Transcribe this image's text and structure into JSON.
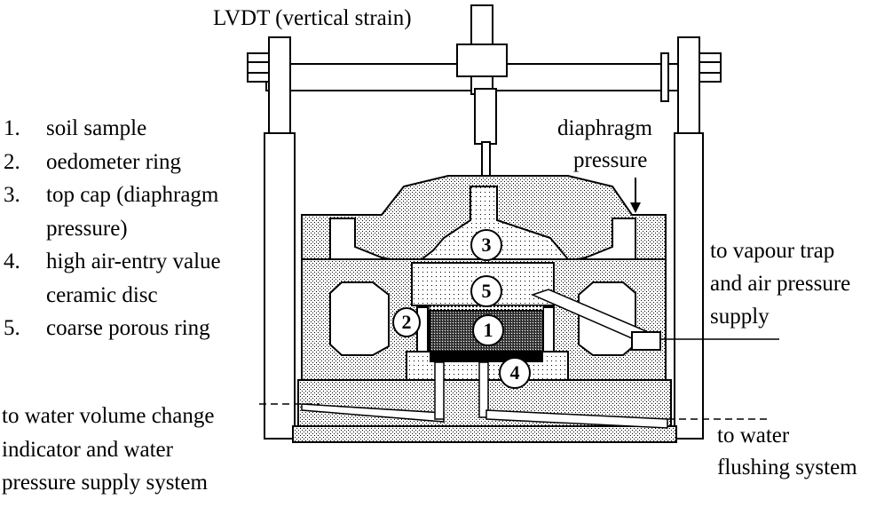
{
  "labels": {
    "lvdt": "LVDT (vertical strain)",
    "diaphragm_line1": "diaphragm",
    "diaphragm_line2": "pressure",
    "vapour_line1": "to vapour trap",
    "vapour_line2": "and air pressure",
    "vapour_line3": "supply",
    "water_volume_line1": "to water volume change",
    "water_volume_line2": "indicator and water",
    "water_volume_line3": "pressure supply system",
    "flushing_line1": "to water",
    "flushing_line2": "flushing system"
  },
  "legend": [
    {
      "num": "1.",
      "text": "soil sample",
      "cont": ""
    },
    {
      "num": "2.",
      "text": "oedometer ring",
      "cont": ""
    },
    {
      "num": "3.",
      "text": "top cap (diaphragm",
      "cont": "pressure)"
    },
    {
      "num": "4.",
      "text": "high air-entry value",
      "cont": "ceramic disc"
    },
    {
      "num": "5.",
      "text": "coarse porous ring",
      "cont": ""
    }
  ],
  "markers": {
    "m1": "1",
    "m2": "2",
    "m3": "3",
    "m4": "4",
    "m5": "5"
  }
}
